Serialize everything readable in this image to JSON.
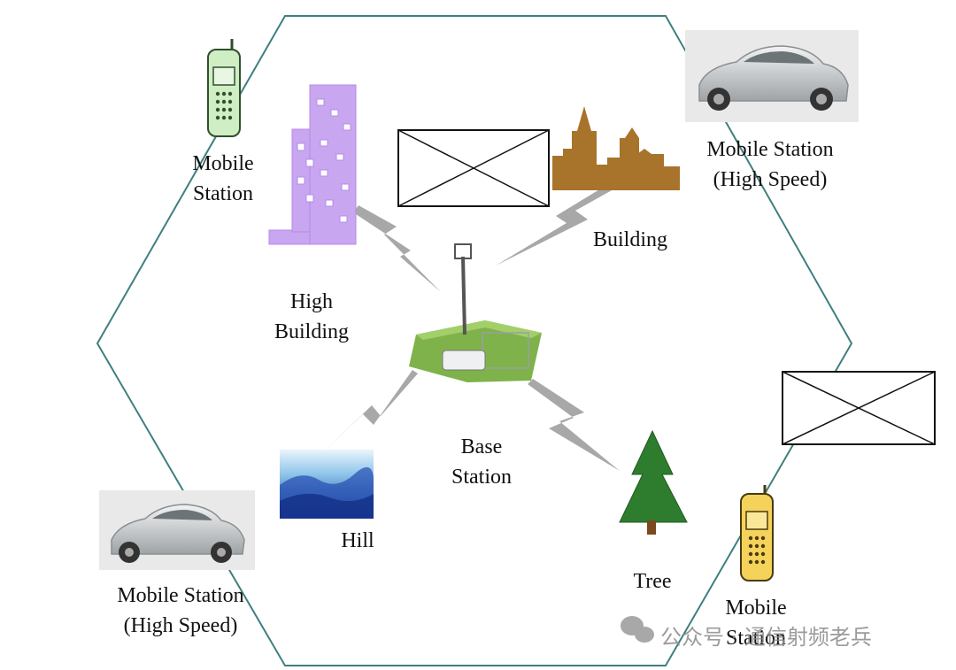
{
  "labels": {
    "ms_top_left_l1": "Mobile",
    "ms_top_left_l2": "Station",
    "ms_hs_top_right_l1": "Mobile Station",
    "ms_hs_top_right_l2": "(High Speed)",
    "building": "Building",
    "high_building_l1": "High",
    "high_building_l2": "Building",
    "base_station_l1": "Base",
    "base_station_l2": "Station",
    "hill": "Hill",
    "tree": "Tree",
    "ms_hs_bottom_left_l1": "Mobile Station",
    "ms_hs_bottom_left_l2": "(High Speed)",
    "ms_bottom_right_l1": "Mobile",
    "ms_bottom_right_l2": "Station"
  },
  "watermark": "公众号 · 通信射频老兵",
  "colors": {
    "hexagon": "#3f7f7f",
    "lightning": "#a6a6a6",
    "high_building": "#c9a6f0",
    "building": "#a8732a",
    "tree": "#2e7d2e",
    "tree_trunk": "#7a4a1e",
    "hill_top": "#d8ecf8",
    "hill_bottom": "#12389a",
    "phone_green": "#cfeec4",
    "phone_yellow": "#f5d35a",
    "car_body": "#cfd2d4"
  },
  "icons": [
    "mobile-phone-icon",
    "car-icon",
    "building-icon",
    "tree-icon",
    "hill-icon",
    "base-station-icon",
    "lightning-icon"
  ]
}
